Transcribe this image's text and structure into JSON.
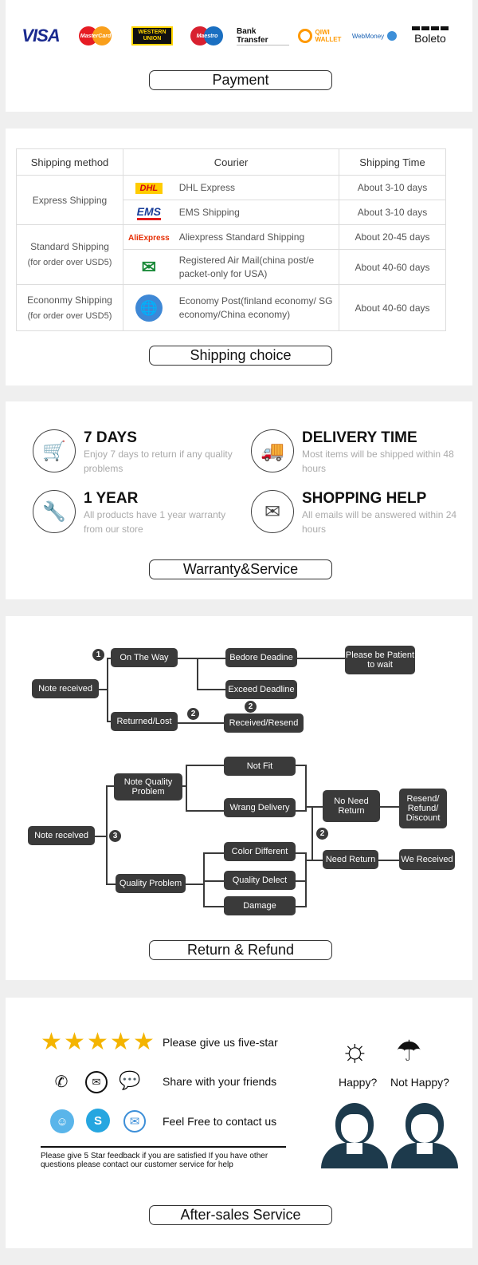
{
  "payment": {
    "logos": {
      "visa": "VISA",
      "mastercard": "MasterCard",
      "western_union_1": "WESTERN",
      "western_union_2": "UNION",
      "maestro": "Maestro",
      "bank_transfer": "Bank Transfer",
      "qiwi_1": "QIWI",
      "qiwi_2": "WALLET",
      "webmoney": "WebMoney",
      "boleto": "Boleto"
    },
    "title": "Payment"
  },
  "shipping": {
    "headers": [
      "Shipping method",
      "Courier",
      "Shipping Time"
    ],
    "methods": {
      "express": "Express Shipping",
      "standard": "Standard Shipping",
      "standard_note": "(for order over USD5)",
      "economy": "Econonmy Shipping",
      "economy_note": "(for order over USD5)"
    },
    "couriers": [
      {
        "icon_text": "DHL",
        "name": "DHL Express",
        "time": "About 3-10 days"
      },
      {
        "icon_text": "EMS",
        "name": "EMS Shipping",
        "time": "About 3-10 days"
      },
      {
        "icon_text": "AliExpress",
        "name": "Aliexpress Standard Shipping",
        "time": "About 20-45 days"
      },
      {
        "icon_text": "",
        "name": "Registered Air Mail(china post/e packet-only for USA)",
        "time": "About 40-60 days"
      },
      {
        "icon_text": "",
        "name": "Economy Post(finland economy/ SG economy/China economy)",
        "time": "About 40-60 days"
      }
    ],
    "title": "Shipping choice"
  },
  "warranty": {
    "items": [
      {
        "heading": "7 DAYS",
        "text": "Enjoy 7 days to return if any quality problems",
        "icon": "cart-icon"
      },
      {
        "heading": "DELIVERY TIME",
        "text": "Most items will be shipped within 48 hours",
        "icon": "truck-icon"
      },
      {
        "heading": "1 YEAR",
        "text": "All products have 1 year warranty from our store",
        "icon": "tools-icon"
      },
      {
        "heading": "SHOPPING HELP",
        "text": "All emails will be answered within 24 hours",
        "icon": "mail-icon"
      }
    ],
    "title": "Warranty&Service"
  },
  "refund": {
    "flow1": {
      "note": "Note received",
      "on_way": "On The Way",
      "before": "Bedore Deadine",
      "patient": "Please be Patient to wait",
      "exceed": "Exceed Deadline",
      "returned": "Returned/Lost",
      "resend": "Received/Resend"
    },
    "flow2": {
      "note": "Note recelved",
      "nq": "Note Quality Problem",
      "qp": "Quality Problem",
      "notfit": "Not Fit",
      "wrong": "Wrang Delivery",
      "color": "Color Different",
      "defect": "Quality Delect",
      "damage": "Damage",
      "noneed": "No Need Return",
      "needret": "Need Return",
      "resend": "Resend/ Refund/ Discount",
      "received": "We Received"
    },
    "nums": [
      "1",
      "2",
      "2",
      "3",
      "2"
    ],
    "title": "Return & Refund"
  },
  "aftersales": {
    "rating": {
      "stars": 5,
      "max": 5
    },
    "five_star": "Please give us five-star",
    "share": "Share with your friends",
    "contact": "Feel Free to contact us",
    "happy": "Happy?",
    "not_happy": "Not Happy?",
    "note": "Please give 5 Star feedback if you are satisfied If you have other questions please contact our customer service for help",
    "title": "After-sales Service"
  }
}
